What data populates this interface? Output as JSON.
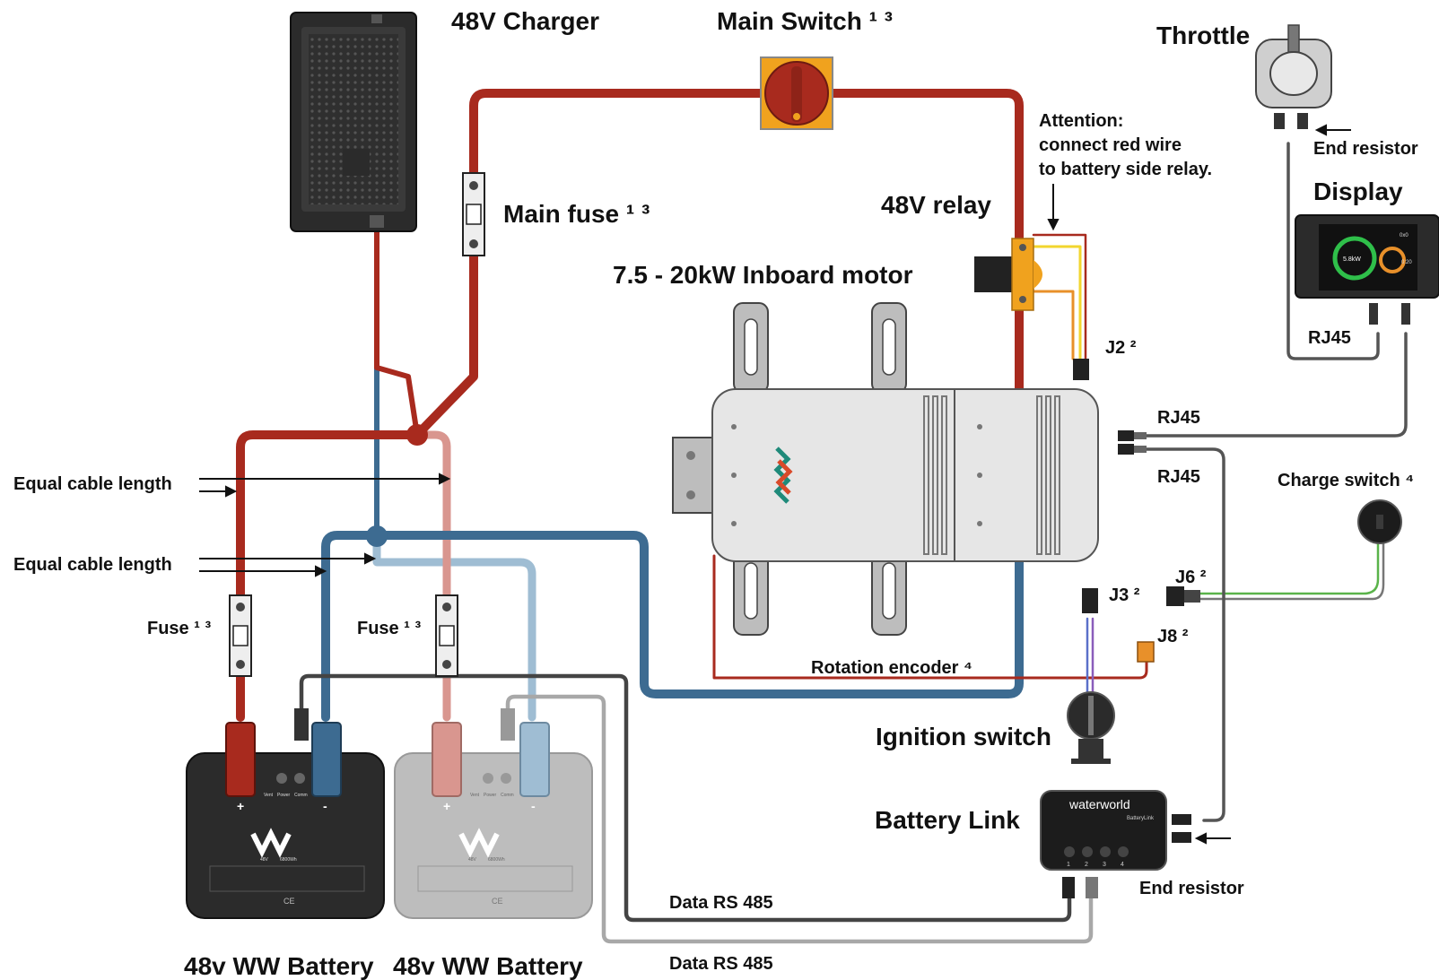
{
  "labels": {
    "charger": "48V Charger",
    "main_switch": "Main Switch ¹ ³",
    "throttle": "Throttle",
    "end_resistor_top": "End resistor",
    "display": "Display",
    "main_fuse": "Main fuse ¹ ³",
    "attention_1": "Attention:",
    "attention_2": "connect red wire",
    "attention_3": "to battery side relay.",
    "relay": "48V relay",
    "motor": "7.5 - 20kW Inboard motor",
    "j2": "J2 ²",
    "rj45_display": "RJ45",
    "rj45_1": "RJ45",
    "rj45_2": "RJ45",
    "equal_cable_1": "Equal cable length",
    "equal_cable_2": "Equal cable length",
    "charge_switch": "Charge switch ⁴",
    "j6": "J6 ²",
    "j3": "J3 ²",
    "j8": "J8 ²",
    "fuse_left": "Fuse ¹ ³",
    "fuse_right": "Fuse ¹ ³",
    "rotation_encoder": "Rotation encoder ⁴",
    "ignition_switch": "Ignition switch",
    "battery_link": "Battery Link",
    "end_resistor_bottom": "End resistor",
    "data_rs485_1": "Data RS 485",
    "data_rs485_2": "Data RS 485",
    "battery_1": "48v WW Battery",
    "battery_2": "48v WW Battery"
  },
  "battery_panel": {
    "plus": "+",
    "minus": "-",
    "vent": "Vent",
    "power": "Power",
    "comm": "Comm",
    "voltage_badge": "48V",
    "capacity_badge": "6800Wh",
    "ce_mark": "CE"
  },
  "battery_link_device": {
    "brand": "waterworld",
    "model": "BatteryLink",
    "ports": [
      "1",
      "2",
      "3",
      "4"
    ]
  },
  "display_screen": {
    "readout_1": "0x0",
    "readout_2": "5.8kW",
    "readout_3": "0:20"
  },
  "colors": {
    "positive_cable": "#a82a1e",
    "positive_cable_light": "#d9968f",
    "negative_cable": "#3d6b91",
    "negative_cable_light": "#9fbdd3",
    "data_dark": "#444444",
    "data_light": "#a8a8a8",
    "signal_green": "#5ab34a",
    "signal_yellow": "#f2d62e",
    "signal_orange": "#e8902a",
    "switch_body": "#f0a21e"
  }
}
